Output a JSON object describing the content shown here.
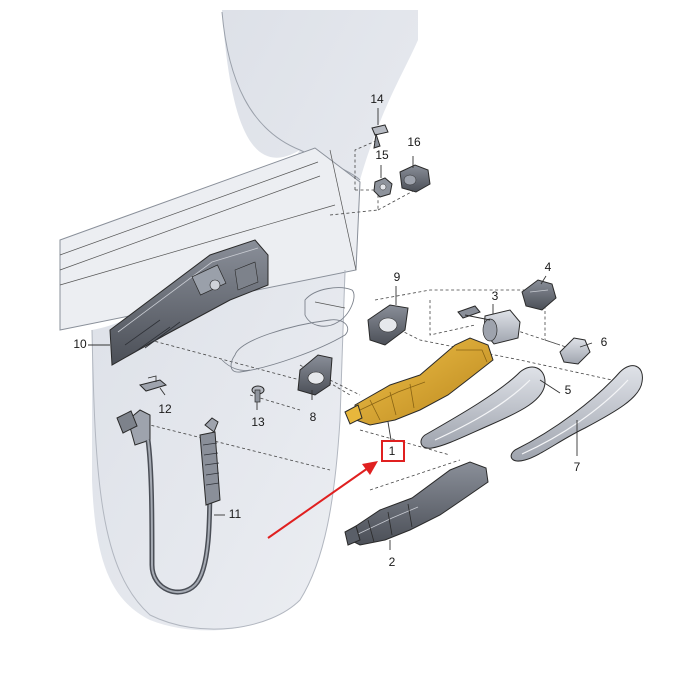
{
  "labels": {
    "p1": "1",
    "p2": "2",
    "p3": "3",
    "p4": "4",
    "p5": "5",
    "p6": "6",
    "p7": "7",
    "p8": "8",
    "p9": "9",
    "p10": "10",
    "p11": "11",
    "p12": "12",
    "p13": "13",
    "p14": "14",
    "p15": "15",
    "p16": "16"
  },
  "colors": {
    "highlight_box": "#e02020",
    "arrow": "#e02020",
    "door": "#e6e9ef",
    "part": "#b9bdc6",
    "part_dark": "#6d727c",
    "bracket_gold": "#d9a62e"
  }
}
